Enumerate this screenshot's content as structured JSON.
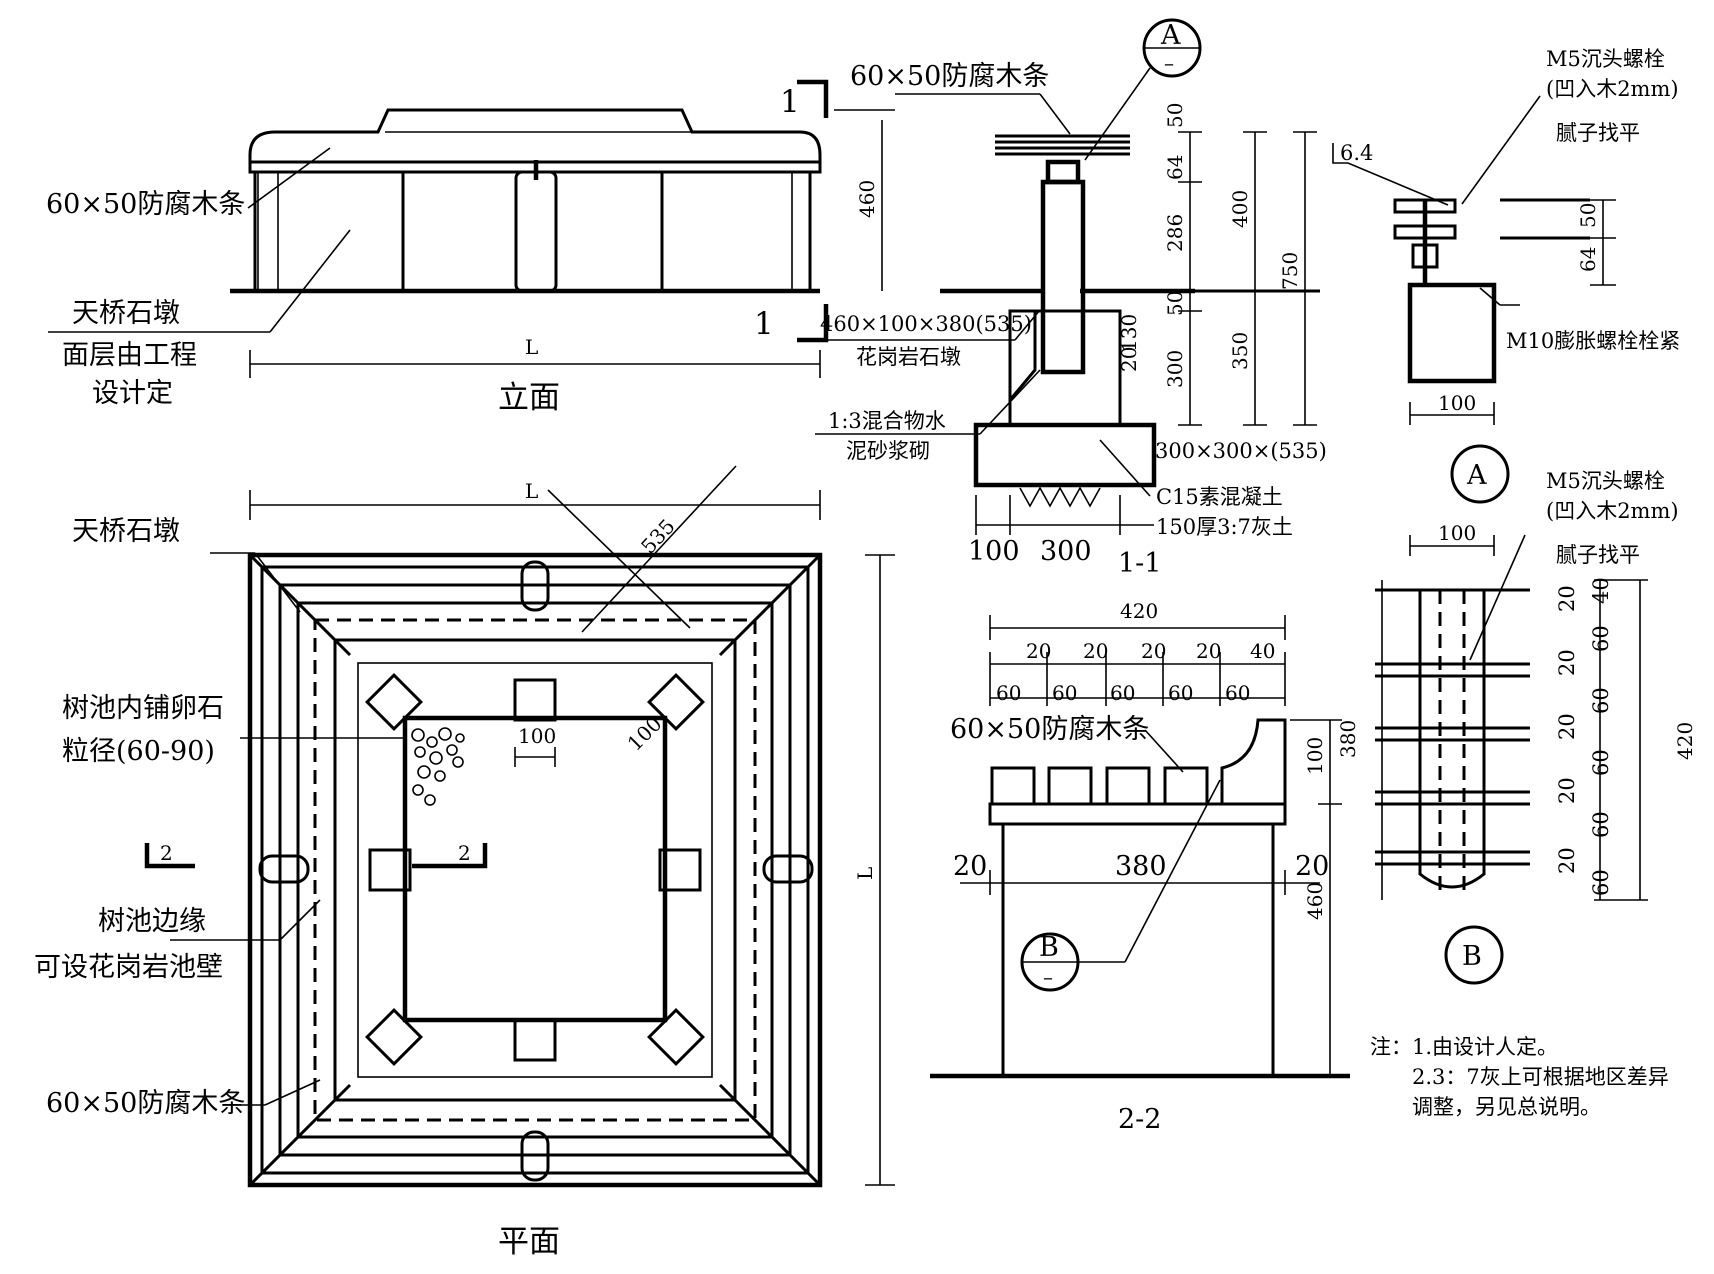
{
  "elevation": {
    "title": "立面",
    "labels": {
      "wood_strip": "60×50防腐木条",
      "stone_pier": "天桥石墩",
      "surface_1": "面层由工程",
      "surface_2": "设计定"
    },
    "dims": {
      "height": "460",
      "length": "L"
    },
    "section_mark_top": "1",
    "section_mark_bottom": "1"
  },
  "plan": {
    "title": "平面",
    "labels": {
      "stone_pier": "天桥石墩",
      "pebbles_1": "树池内铺卵石",
      "pebbles_2": "粒径(60-90)",
      "edge_1": "树池边缘",
      "edge_2": "可设花岗岩池壁",
      "wood_strip": "60×50防腐木条"
    },
    "dims": {
      "top": "L",
      "side": "L",
      "diag": "535",
      "d100a": "100",
      "d100b": "100"
    },
    "section_left": "2",
    "section_right": "2"
  },
  "section11": {
    "title": "1-1",
    "labels": {
      "wood_strip": "60×50防腐木条",
      "stone_1": "460×100×380(535)",
      "stone_2": "花岗岩石墩",
      "mortar_1": "1:3混合物水",
      "mortar_2": "泥砂浆砌",
      "footing": "300×300×(535)",
      "conc_1": "C15素混凝土",
      "conc_2": "150厚3:7灰土"
    },
    "dims": {
      "d50a": "50",
      "d64": "64",
      "d286": "286",
      "d50b": "50",
      "d300": "300",
      "d400": "400",
      "d350": "350",
      "d750": "750",
      "d130": "130",
      "d20": "20",
      "bottom100": "100",
      "bottom300": "300"
    },
    "callout": {
      "letter": "A",
      "dash": "–"
    }
  },
  "detailA": {
    "title": "A",
    "labels": {
      "bolt_1": "M5沉头螺栓",
      "bolt_2": "(凹入木2mm)",
      "putty": "腻子找平",
      "expansion": "M10膨胀螺栓栓紧"
    },
    "dims": {
      "d64top": "6.4",
      "d50": "50",
      "d64": "64",
      "d100": "100"
    }
  },
  "section22": {
    "title": "2-2",
    "labels": {
      "wood_strip": "60×50防腐木条"
    },
    "dims": {
      "d420": "420",
      "gaps": [
        "20",
        "20",
        "20",
        "20",
        "40"
      ],
      "widths": [
        "60",
        "60",
        "60",
        "60",
        "60"
      ],
      "d100": "100",
      "d380v": "380",
      "d20l": "20",
      "d380": "380",
      "d20r": "20",
      "d460": "460"
    },
    "callout": {
      "letter": "B",
      "dash": "–"
    }
  },
  "detailB": {
    "title": "B",
    "labels": {
      "bolt_1": "M5沉头螺栓",
      "bolt_2": "(凹入木2mm)",
      "putty": "腻子找平"
    },
    "dims": {
      "d100": "100",
      "left": [
        "20",
        "20",
        "20",
        "20",
        "20"
      ],
      "right": [
        "40",
        "60",
        "60",
        "60",
        "60",
        "60"
      ],
      "d420": "420"
    }
  },
  "notes": {
    "line1": "注：1.由设计人定。",
    "line2": "2.3：7灰上可根据地区差异",
    "line3": "调整，另见总说明。"
  }
}
